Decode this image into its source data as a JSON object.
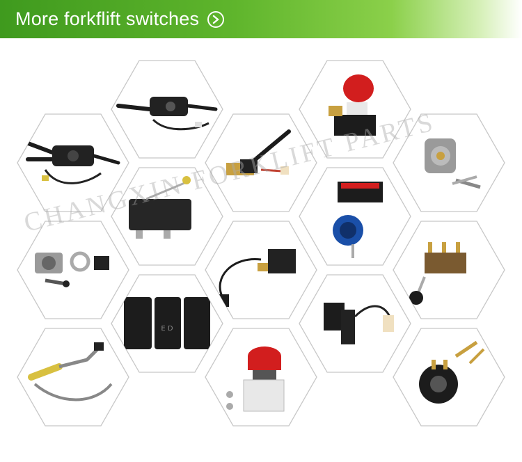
{
  "banner": {
    "title": "More forkflift switches",
    "accent_color": "#5fb52c",
    "arrow_icon": "chevron-right-circle-icon"
  },
  "watermark": "CHANGXIN FORKLIFT PARTS",
  "colors": {
    "hex_border": "#c8c8c8",
    "red_cap": "#d21e1e",
    "black_part": "#1c1c1c",
    "blue_part": "#1a4fa8",
    "brass": "#c8a040"
  },
  "products": [
    {
      "name": "combination-switch-top"
    },
    {
      "name": "emergency-stop-button"
    },
    {
      "name": "combination-switch-left"
    },
    {
      "name": "direction-lever-switch"
    },
    {
      "name": "ignition-key-switch"
    },
    {
      "name": "micro-switch-roller"
    },
    {
      "name": "illuminated-push-button"
    },
    {
      "name": "ignition-switch-kit"
    },
    {
      "name": "micro-switch-harness"
    },
    {
      "name": "pull-switch"
    },
    {
      "name": "rocker-switch-panel"
    },
    {
      "name": "seat-switch-harness"
    },
    {
      "name": "proximity-sensor"
    },
    {
      "name": "emergency-disconnect-switch"
    },
    {
      "name": "key-switch-round"
    }
  ]
}
